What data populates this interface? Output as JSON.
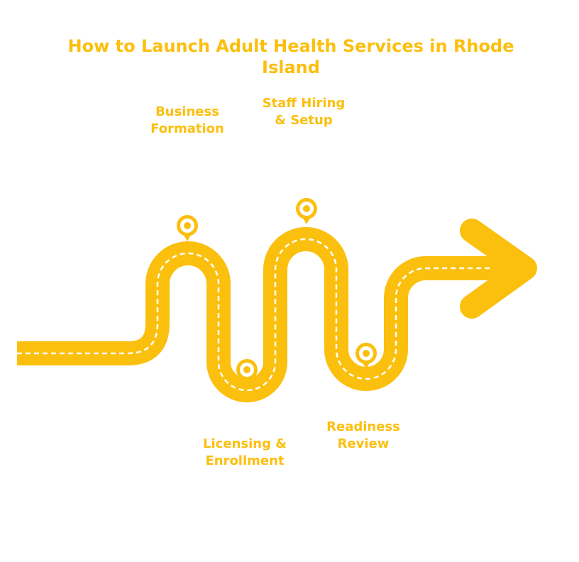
{
  "title": "How to Launch Adult Health Services in Rhode Island",
  "colors": {
    "accent": "#FBBF0E",
    "background": "#ffffff",
    "road_dash": "#ffffff"
  },
  "milestones": [
    {
      "label": "Business\nFormation",
      "icon": "map-pin-icon"
    },
    {
      "label": "Licensing &\nEnrollment",
      "icon": "map-pin-icon"
    },
    {
      "label": "Staff Hiring\n& Setup",
      "icon": "map-pin-icon"
    },
    {
      "label": "Readiness\nReview",
      "icon": "map-pin-icon"
    }
  ],
  "road": {
    "icon": "arrow-right-icon"
  }
}
